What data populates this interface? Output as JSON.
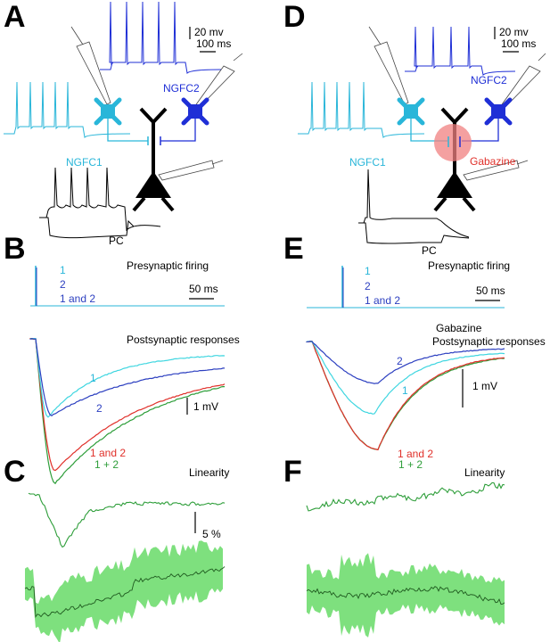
{
  "panels": {
    "A": "A",
    "B": "B",
    "C": "C",
    "D": "D",
    "E": "E",
    "F": "F"
  },
  "scalebars": {
    "voltage_A": "20 mv",
    "time_A": "100 ms",
    "voltage_D": "20 mv",
    "time_D": "100 ms",
    "presyn_B": "50 ms",
    "presyn_E": "50 ms",
    "postsyn_B": "1 mV",
    "postsyn_E": "1 mV",
    "linearity_C": "5 %"
  },
  "labels": {
    "ngfc1_A": "NGFC1",
    "ngfc2_A": "NGFC2",
    "pc_A": "PC",
    "ngfc1_D": "NGFC1",
    "ngfc2_D": "NGFC2",
    "pc_D": "PC",
    "gabazine_D": "Gabazine",
    "presynaptic_firing_B": "Presynaptic firing",
    "presynaptic_firing_E": "Presynaptic firing",
    "postsynaptic_B": "Postsynaptic responses",
    "postsynaptic_E": "Postsynaptic responses",
    "gabazine_E": "Gabazine",
    "linearity_C": "Linearity",
    "linearity_F": "Linearity"
  },
  "legend_presyn_B": [
    "1",
    "2",
    "1 and 2"
  ],
  "legend_presyn_E": [
    "1",
    "2",
    "1 and 2"
  ],
  "trace_labels_B": {
    "one": "1",
    "two": "2",
    "sum_both": "1 and 2",
    "sum_lin": "1 + 2"
  },
  "trace_labels_E": {
    "one": "1",
    "two": "2",
    "sum_both": "1 and 2",
    "sum_lin": "1 + 2"
  },
  "colors": {
    "ngfc1": "#29b6d9",
    "ngfc2": "#1f2fd6",
    "pc": "#000000",
    "red": "#e0302a",
    "green": "#2e9e3a",
    "band": "#7ee07e",
    "cyan": "#3fd6e0",
    "blue": "#2c3fc0",
    "gabazine_circle": "#f08080"
  }
}
